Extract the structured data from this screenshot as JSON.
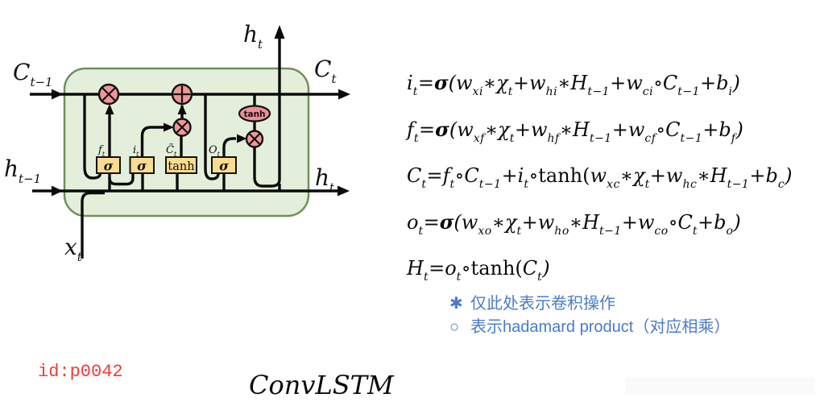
{
  "diagram": {
    "colors": {
      "box_fill": "#E3EFDB",
      "box_stroke": "#6F9158",
      "node_fill": "#F09697",
      "gate_fill": "#FBDB8D",
      "line": "#0b0b0b"
    },
    "labels": {
      "c_prev": {
        "main": "C",
        "sub": "t−1"
      },
      "h_prev": {
        "main": "h",
        "sub": "t−1"
      },
      "x_in": {
        "main": "x",
        "sub": "t"
      },
      "h_top": {
        "main": "h",
        "sub": "t"
      },
      "c_out": {
        "main": "C",
        "sub": "t"
      },
      "h_right": {
        "main": "h",
        "sub": "t"
      }
    },
    "gate_labels": {
      "forget": {
        "main": "f",
        "sub": "t"
      },
      "input": {
        "main": "i",
        "sub": "t"
      },
      "candidate": {
        "main": "C̃",
        "sub": "t"
      },
      "output": {
        "main": "O",
        "sub": "t"
      }
    },
    "gates": {
      "sigma": "σ",
      "tanh_box": "tanh",
      "tanh_oval": "tanh"
    },
    "operations": {
      "multiply": "×",
      "add": "+"
    }
  },
  "equations": [
    "i~t~=σ(w~xi~∗χ~t~+w~hi~∗H~t−1~+w~ci~∘C~t−1~+b~i~)",
    "f~t~=σ(w~xf~∗χ~t~+w~hf~∗H~t−1~+w~cf~∘C~t−1~+b~f~)",
    "C~t~=f~t~∘C~t−1~+i~t~∘^tanh(^w~xc~∗χ~t~+w~hc~∗H~t−1~+b~c~)",
    "o~t~=σ(w~xo~∗χ~t~+w~ho~∗H~t−1~+w~co~∘C~t~+b~o~)",
    "H~t~=o~t~∘^tanh(^C~t~)"
  ],
  "notes": {
    "color": "#4a7cc8",
    "items": [
      {
        "icon": "✱",
        "text": "仅此处表示卷积操作"
      },
      {
        "icon": "○",
        "text": "表示hadamard product（对应相乘）"
      }
    ]
  },
  "id_tag": {
    "text": "id:p0042",
    "color": "#ef3b36"
  },
  "title": "ConvLSTM"
}
